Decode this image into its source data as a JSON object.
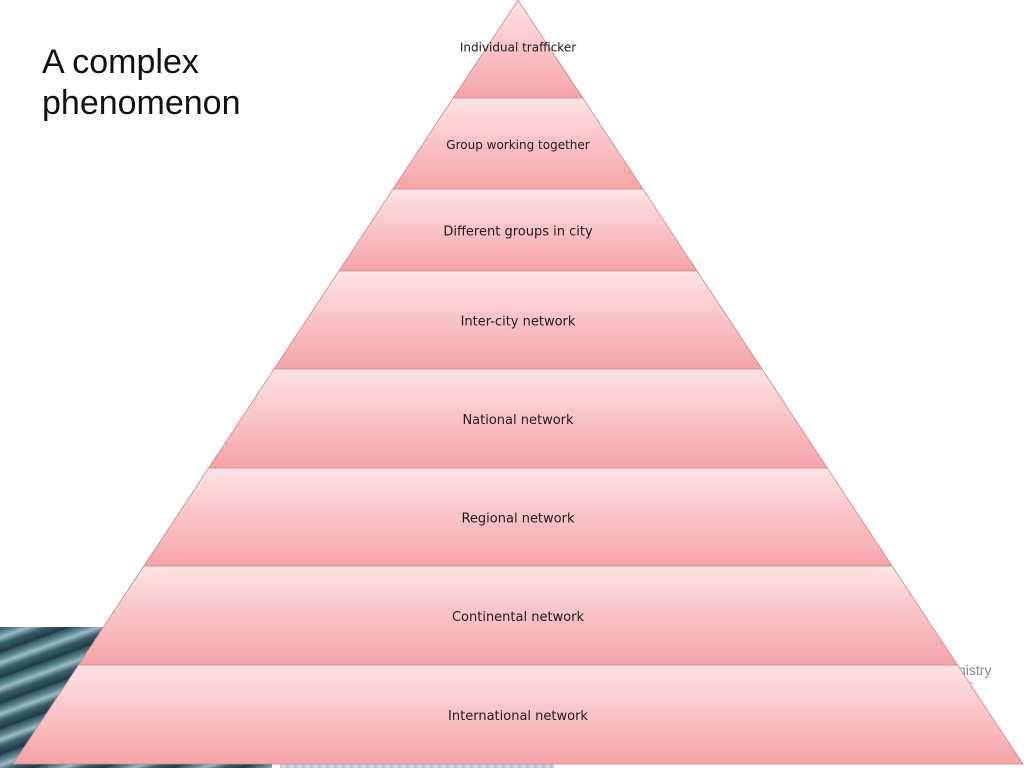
{
  "slide": {
    "title": "A complex\nphenomenon",
    "ministry_text": "nistry",
    "ministry_sub": "E"
  },
  "pyramid": {
    "fill_top": "#fde3e4",
    "fill_bottom": "#f6a3a7",
    "tiers": [
      {
        "label": "Individual trafficker"
      },
      {
        "label": "Group working together"
      },
      {
        "label": "Different groups in city"
      },
      {
        "label": "Inter-city network"
      },
      {
        "label": "National network"
      },
      {
        "label": "Regional network"
      },
      {
        "label": "Continental network"
      },
      {
        "label": "International network"
      }
    ]
  }
}
